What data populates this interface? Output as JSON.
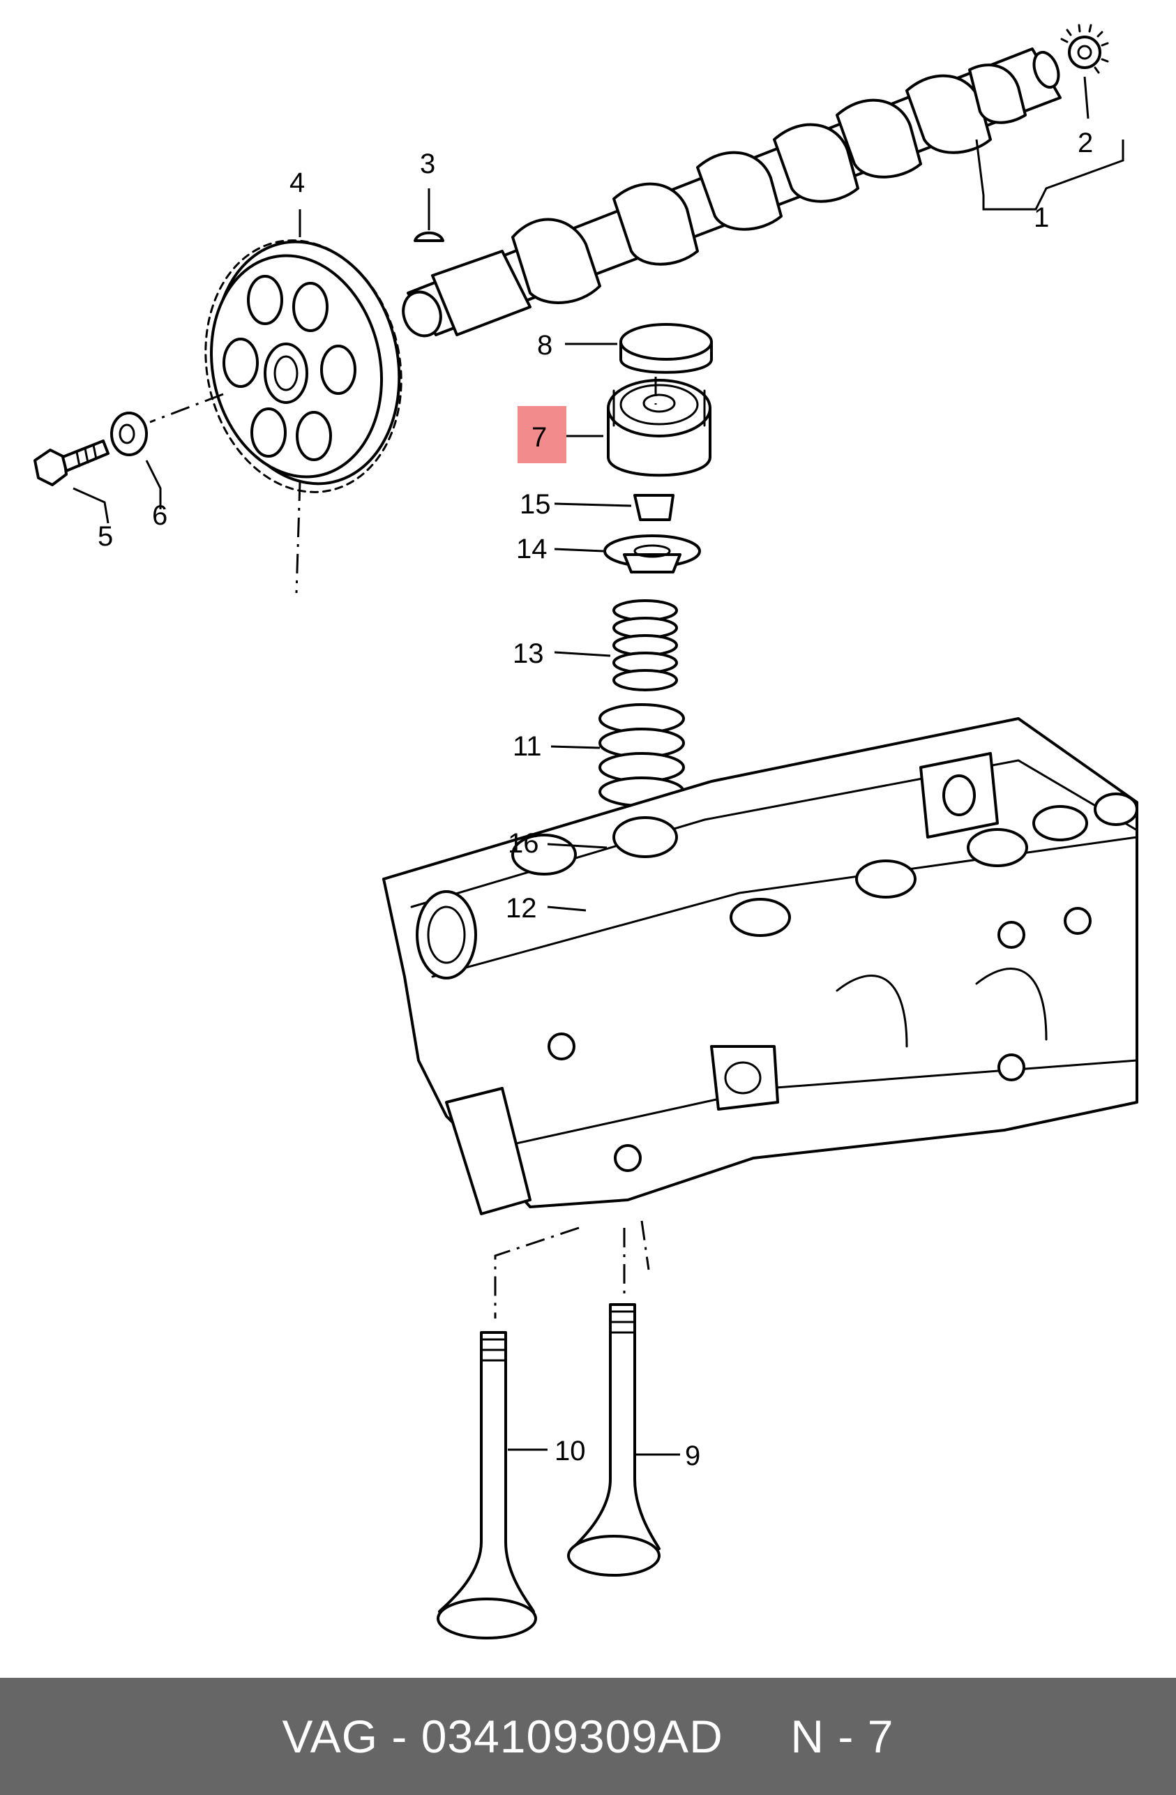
{
  "footer": {
    "brand": "VAG",
    "separator": " - ",
    "part_number": "034109309AD",
    "position_label": "N - 7"
  },
  "highlighted_callout": "7",
  "callouts": {
    "c1": "1",
    "c2": "2",
    "c3": "3",
    "c4": "4",
    "c5": "5",
    "c6": "6",
    "c7": "7",
    "c8": "8",
    "c9": "9",
    "c10": "10",
    "c11": "11",
    "c12": "12",
    "c13": "13",
    "c14": "14",
    "c15": "15",
    "c16": "16"
  },
  "colors": {
    "highlight": "#f28c8c",
    "footer_background": "#666666",
    "footer_text": "#ffffff",
    "line": "#000000"
  }
}
